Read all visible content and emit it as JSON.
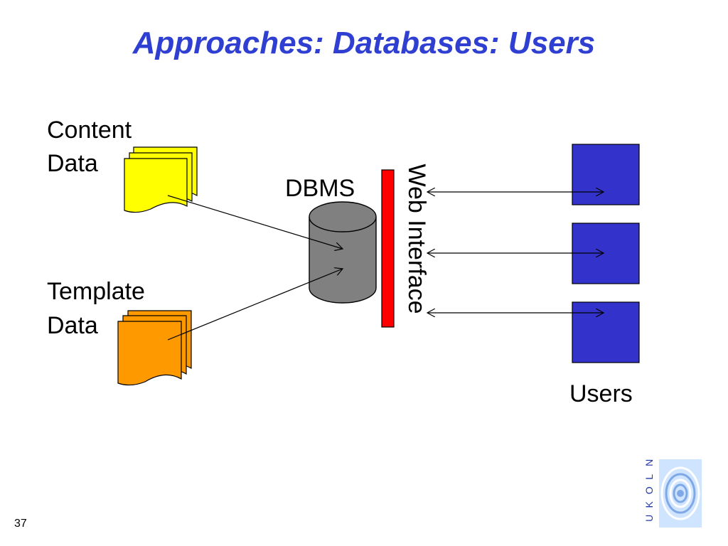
{
  "title": "Approaches: Databases: Users",
  "labels": {
    "content_data_line1": "Content",
    "content_data_line2": "Data",
    "template_data_line1": "Template",
    "template_data_line2": "Data",
    "dbms": "DBMS",
    "web_interface": "Web Interface",
    "users": "Users"
  },
  "slide_number": "37",
  "logo_text": "UKOLN",
  "colors": {
    "title": "#2f3fd1",
    "content_doc": "#ffff00",
    "template_doc": "#ff9900",
    "dbms": "#808080",
    "web_interface": "#ff0000",
    "user_box": "#3333cc"
  }
}
